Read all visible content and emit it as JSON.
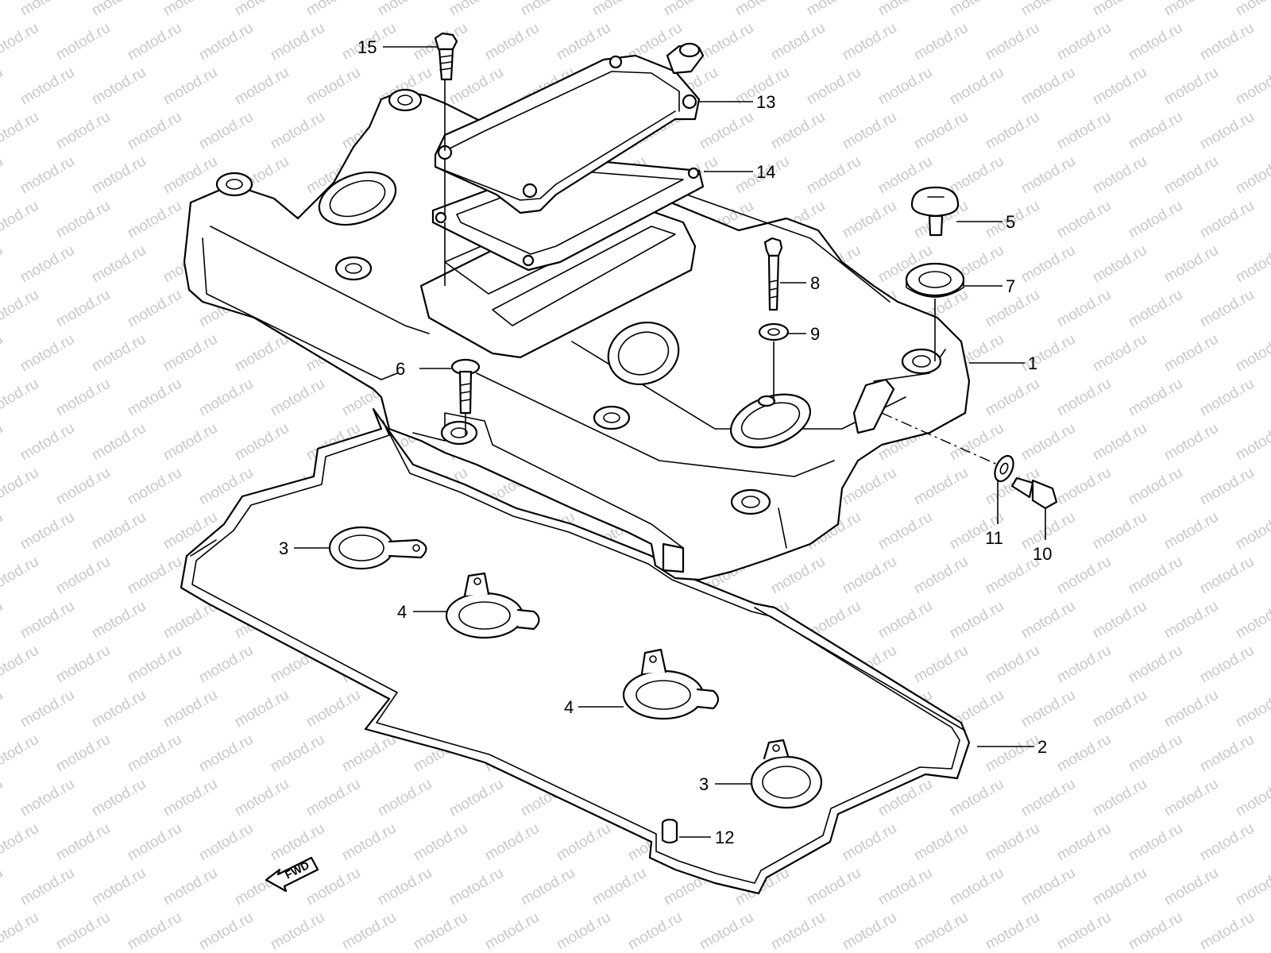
{
  "diagram": {
    "watermark_text": "motod.ru",
    "fwd_label": "FWD",
    "callouts": [
      {
        "id": "c15",
        "label": "15"
      },
      {
        "id": "c13",
        "label": "13"
      },
      {
        "id": "c14",
        "label": "14"
      },
      {
        "id": "c5",
        "label": "5"
      },
      {
        "id": "c7",
        "label": "7"
      },
      {
        "id": "c8",
        "label": "8"
      },
      {
        "id": "c9",
        "label": "9"
      },
      {
        "id": "c1",
        "label": "1"
      },
      {
        "id": "c6",
        "label": "6"
      },
      {
        "id": "c11",
        "label": "11"
      },
      {
        "id": "c10",
        "label": "10"
      },
      {
        "id": "c3a",
        "label": "3"
      },
      {
        "id": "c4a",
        "label": "4"
      },
      {
        "id": "c4b",
        "label": "4"
      },
      {
        "id": "c3b",
        "label": "3"
      },
      {
        "id": "c2",
        "label": "2"
      },
      {
        "id": "c12",
        "label": "12"
      }
    ],
    "colors": {
      "line": "#000000",
      "background": "#ffffff",
      "watermark": "#c8c8c8"
    }
  }
}
